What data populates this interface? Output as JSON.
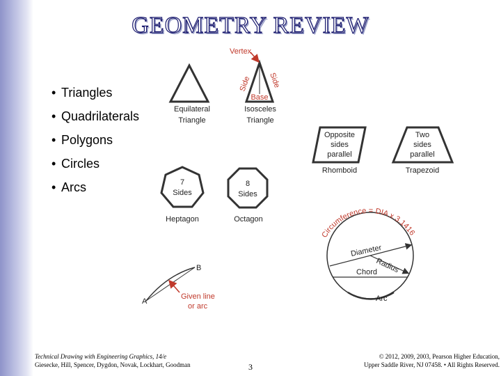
{
  "title": "GEOMETRY REVIEW",
  "bullets": [
    "Triangles",
    "Quadrilaterals",
    "Polygons",
    "Circles",
    "Arcs"
  ],
  "figures": {
    "vertex": "Vertex",
    "side_left": "Side",
    "side_right": "Side",
    "base": "Base",
    "equilateral_1": "Equilateral",
    "equilateral_2": "Triangle",
    "isosceles_1": "Isosceles",
    "isosceles_2": "Triangle",
    "rhomboid_text_1": "Opposite",
    "rhomboid_text_2": "sides",
    "rhomboid_text_3": "parallel",
    "rhomboid": "Rhomboid",
    "trapezoid_text_1": "Two",
    "trapezoid_text_2": "sides",
    "trapezoid_text_3": "parallel",
    "trapezoid": "Trapezoid",
    "heptagon_num": "7",
    "heptagon_sides": "Sides",
    "heptagon": "Heptagon",
    "octagon_num": "8",
    "octagon_sides": "Sides",
    "octagon": "Octagon",
    "circumference": "Circumference = DIA x 3.1416",
    "diameter": "Diameter",
    "radius": "Radius",
    "chord": "Chord",
    "arc": "Arc",
    "point_a": "A",
    "point_b": "B",
    "given_line_1": "Given line",
    "given_line_2": "or arc"
  },
  "colors": {
    "accent_red": "#c0392b",
    "title_outline": "#1a1a6e"
  },
  "footer": {
    "book": "Technical Drawing with Engineering Graphics, 14/e",
    "authors": "Giesecke, Hill, Spencer, Dygdon, Novak, Lockhart, Goodman",
    "page": "3",
    "copyright_1": "© 2012, 2009, 2003, Pearson Higher Education,",
    "copyright_2": "Upper Saddle River, NJ 07458. • All Rights Reserved."
  }
}
